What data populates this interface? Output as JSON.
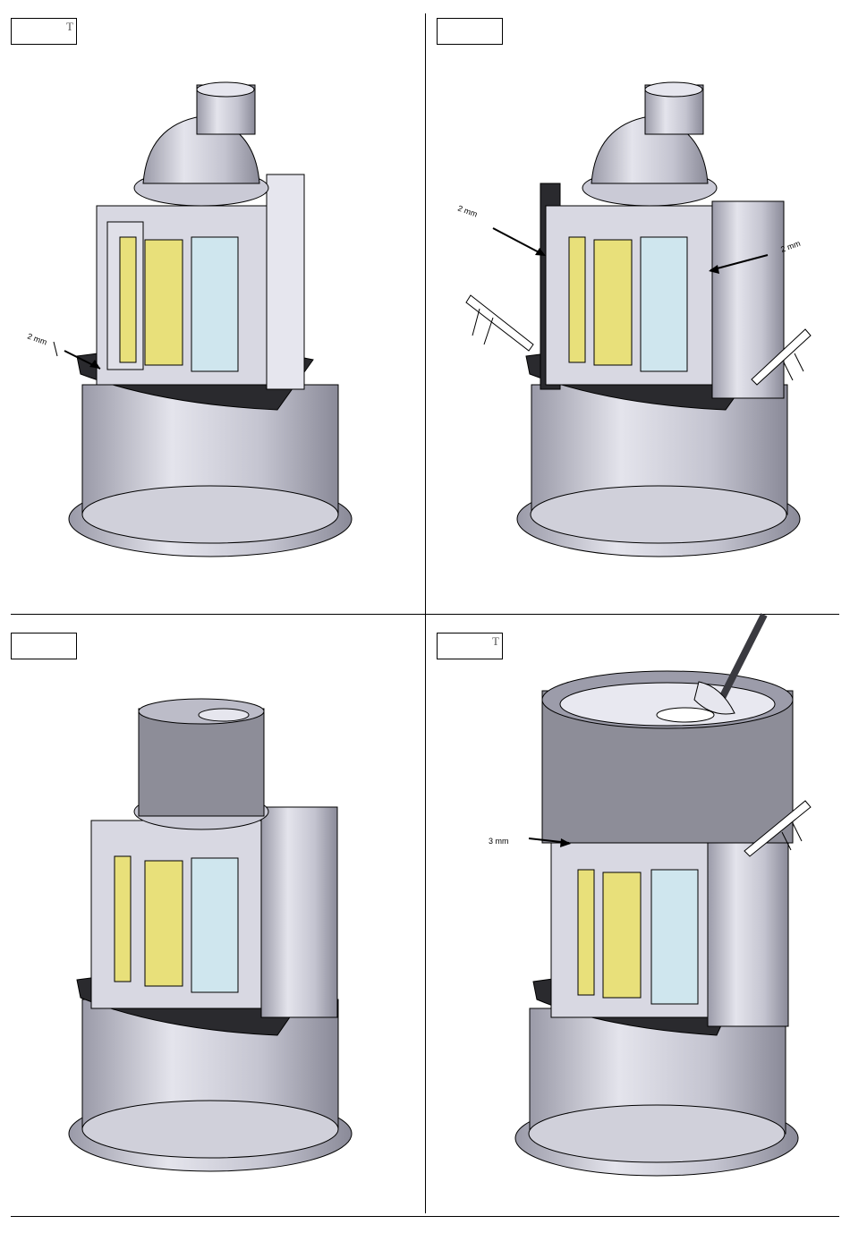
{
  "steps": [
    {
      "mark": "T",
      "dimension": "2 mm"
    },
    {
      "mark": "",
      "dimension_left": "2 mm",
      "dimension_right": "2 mm"
    },
    {
      "mark": ""
    },
    {
      "mark": "T",
      "dimension": "3 mm"
    }
  ],
  "colors": {
    "body": "#c8c8d2",
    "body_dark": "#8e8e9c",
    "glass_yellow": "#e8e07a",
    "glass_blue": "#cfe6ee",
    "sealant_black": "#2a2a2e",
    "cladding": "#8d8d98"
  }
}
